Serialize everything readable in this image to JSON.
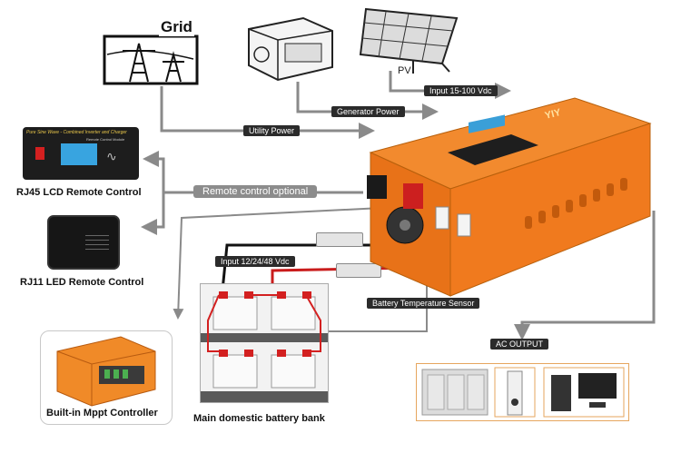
{
  "sources": {
    "grid": "Grid",
    "pv": "PV"
  },
  "connections": {
    "input_pv": "Input 15-100 Vdc",
    "generator_power": "Generator Power",
    "utility_power": "Utility Power",
    "remote_optional": "Remote control optional",
    "input_battery": "Input 12/24/48 Vdc",
    "battery_temp_sensor": "Battery Temperature Sensor",
    "ac_output": "AC OUTPUT"
  },
  "components": {
    "rj45_remote": "RJ45 LCD Remote Control",
    "rj11_remote": "RJ11 LED Remote Control",
    "mppt_controller": "Built-in Mppt Controller",
    "battery_bank": "Main domestic battery bank",
    "inverter_brand": "YIY",
    "lcd_panel_title": "Pure Sine Wave - Combined Inverter and Charger",
    "lcd_panel_subtitle": "Remote Control Module"
  },
  "colors": {
    "inverter_orange": "#f07a1e",
    "cable_gray": "#8a8a8a",
    "label_dark": "#2b2b2b",
    "battery_red": "#d32020"
  }
}
